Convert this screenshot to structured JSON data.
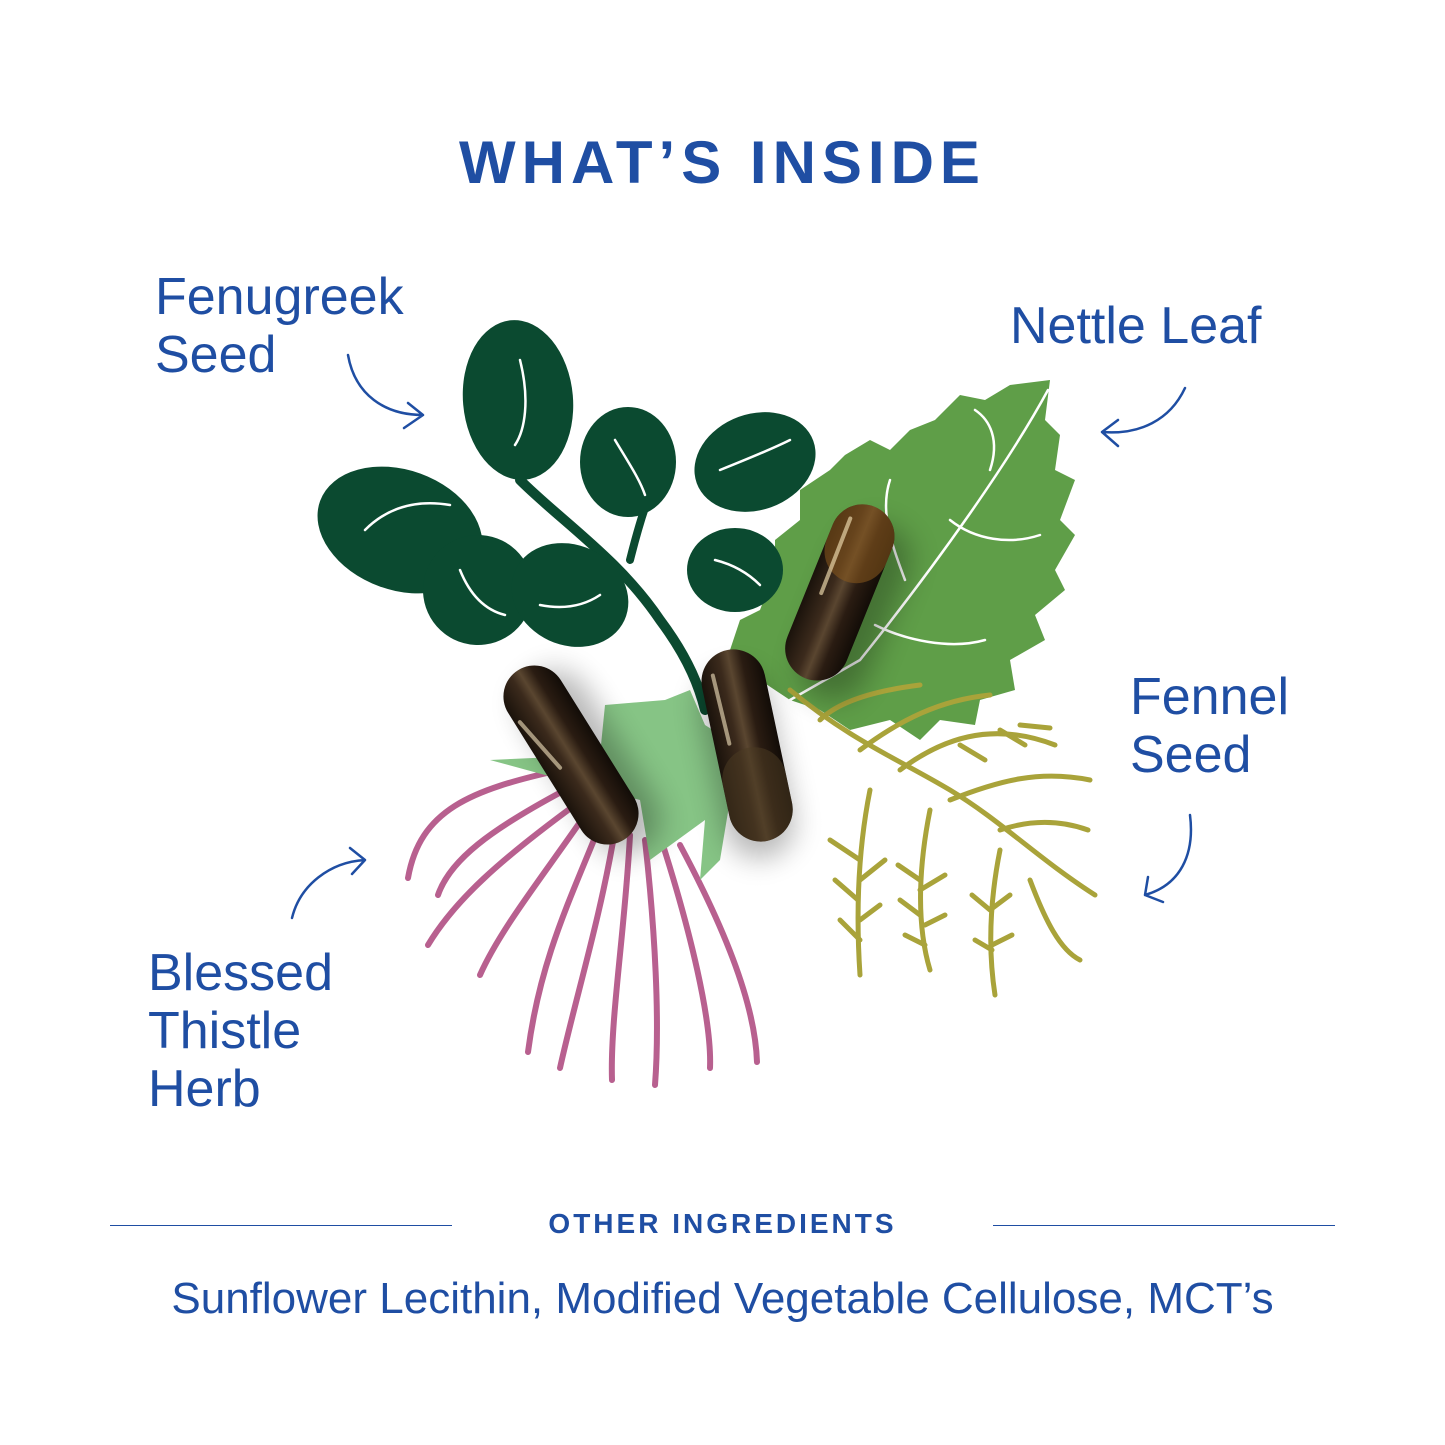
{
  "title": "WHAT’S INSIDE",
  "ingredients": [
    {
      "line1": "Fenugreek",
      "line2": "Seed"
    },
    {
      "line1": "Nettle Leaf"
    },
    {
      "line1": "Fennel",
      "line2": "Seed"
    },
    {
      "line1": "Blessed",
      "line2": "Thistle",
      "line3": "Herb"
    }
  ],
  "other": {
    "title": "OTHER INGREDIENTS",
    "list": "Sunflower Lecithin, Modified Vegetable Cellulose, MCT’s"
  },
  "colors": {
    "brand_blue": "#1f4ea3",
    "fenugreek_green": "#0b4a30",
    "nettle_green": "#5f9e48",
    "thistle_pink": "#b8608f",
    "fennel_olive": "#a9a33a",
    "capsule_dark": "#2a1c12"
  }
}
